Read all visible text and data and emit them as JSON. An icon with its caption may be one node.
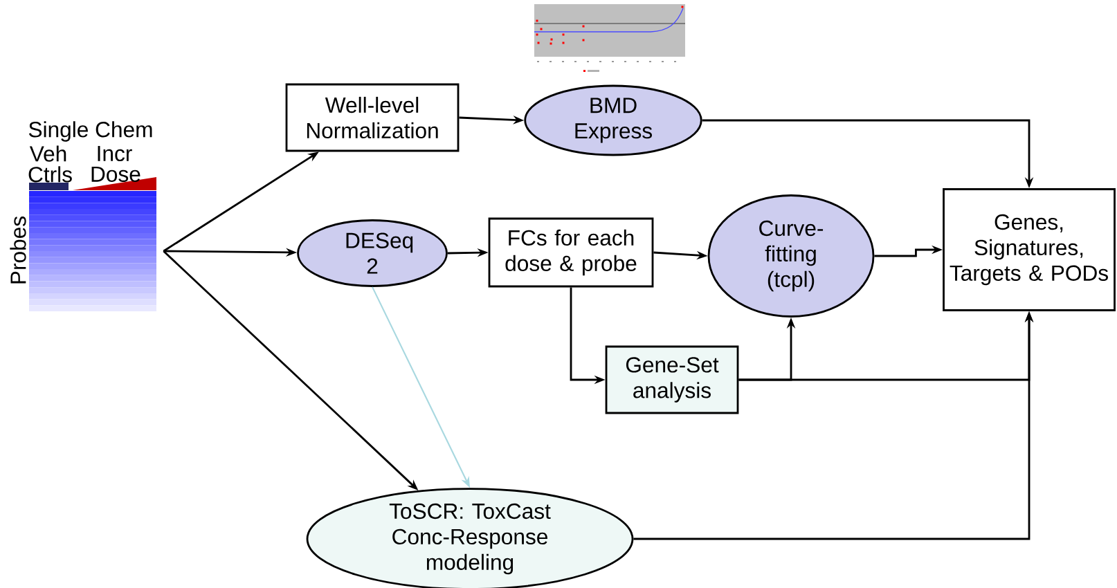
{
  "diagram": {
    "nodes": [
      {
        "text": [],
        "shape": "picture"
      },
      {
        "text": [
          "Well-level Normalization"
        ]
      },
      {
        "text": [
          "BMD Express"
        ]
      },
      {
        "text": [
          "DESeq 2"
        ]
      },
      {
        "text": [
          "FCs for each dose & probe"
        ]
      },
      {
        "text": [
          "Curve-fitting (tcpl)"
        ]
      },
      {
        "text": [
          "Genes, Signatures, Targets & PODs"
        ]
      },
      {
        "text": [
          "Gene-Set analysis"
        ]
      },
      {
        "text": [
          "ToSCR: ToxCast Conc-Response modeling"
        ]
      }
    ],
    "edges": [
      {
        "from": 0,
        "to": 1,
        "arrow": "to"
      },
      {
        "from": 0,
        "to": 3,
        "arrow": "to"
      },
      {
        "from": 0,
        "to": 8,
        "arrow": "to"
      },
      {
        "from": 1,
        "to": 2,
        "arrow": "to"
      },
      {
        "from": 2,
        "to": 6,
        "arrow": "to"
      },
      {
        "from": 3,
        "to": 4,
        "arrow": "to"
      },
      {
        "from": 4,
        "to": 5,
        "arrow": "to"
      },
      {
        "from": 5,
        "to": 6,
        "arrow": "to"
      },
      {
        "from": 4,
        "to": 7,
        "arrow": "to"
      },
      {
        "from": 7,
        "to": 5,
        "arrow": "to"
      },
      {
        "from": 7,
        "to": 6,
        "arrow": "to"
      },
      {
        "from": 8,
        "to": 6,
        "arrow": "to"
      },
      {
        "from": 3,
        "to": 8,
        "arrow": "to",
        "color": "#a8d8e0"
      }
    ],
    "labels": [
      "Single Chem",
      "Veh Ctrls",
      "Incr Dose",
      "Probes"
    ]
  }
}
